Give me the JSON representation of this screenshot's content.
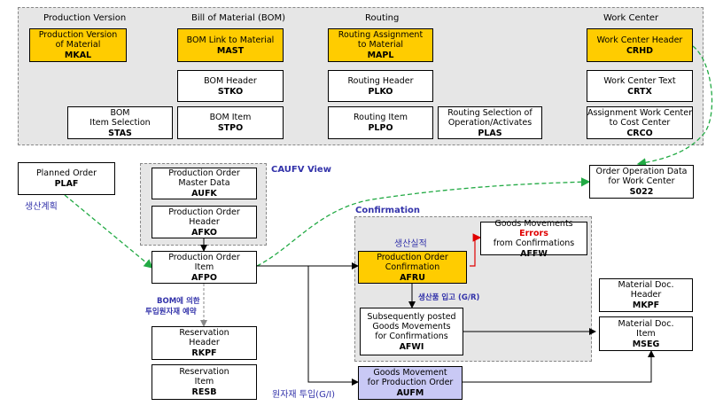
{
  "headers": {
    "production_version": "Production Version",
    "bom": "Bill of Material (BOM)",
    "routing": "Routing",
    "work_center": "Work Center"
  },
  "boxes": {
    "mkal": {
      "lines": [
        "Production Version",
        "of Material"
      ],
      "table": "MKAL"
    },
    "mast": {
      "lines": [
        "BOM Link to Material"
      ],
      "table": "MAST"
    },
    "stko": {
      "lines": [
        "BOM Header"
      ],
      "table": "STKO"
    },
    "stas": {
      "lines": [
        "BOM",
        "Item Selection"
      ],
      "table": "STAS"
    },
    "stpo": {
      "lines": [
        "BOM Item"
      ],
      "table": "STPO"
    },
    "mapl": {
      "lines": [
        "Routing Assignment",
        "to Material"
      ],
      "table": "MAPL"
    },
    "plko": {
      "lines": [
        "Routing Header"
      ],
      "table": "PLKO"
    },
    "plpo": {
      "lines": [
        "Routing Item"
      ],
      "table": "PLPO"
    },
    "plas": {
      "lines": [
        "Routing Selection of",
        "Operation/Activates"
      ],
      "table": "PLAS"
    },
    "crhd": {
      "lines": [
        "Work Center Header"
      ],
      "table": "CRHD"
    },
    "crtx": {
      "lines": [
        "Work Center Text"
      ],
      "table": "CRTX"
    },
    "crco": {
      "lines": [
        "Assignment Work Center",
        "to Cost Center"
      ],
      "table": "CRCO"
    },
    "plaf": {
      "lines": [
        "Planned Order"
      ],
      "table": "PLAF"
    },
    "aufk": {
      "lines": [
        "Production Order",
        "Master Data"
      ],
      "table": "AUFK"
    },
    "afko": {
      "lines": [
        "Production Order",
        "Header"
      ],
      "table": "AFKO"
    },
    "afpo": {
      "lines": [
        "Production Order",
        "Item"
      ],
      "table": "AFPO"
    },
    "s022": {
      "lines": [
        "Order Operation Data",
        "for Work Center"
      ],
      "table": "S022"
    },
    "afru": {
      "lines": [
        "Production Order",
        "Confirmation"
      ],
      "table": "AFRU"
    },
    "afwi": {
      "lines": [
        "Subsequently posted",
        "Goods Movements",
        "for Confirmations"
      ],
      "table": "AFWI"
    },
    "affw": {
      "lines_before": "Goods Movements ",
      "highlight": "Errors",
      "lines": [
        "from Confirmations"
      ],
      "table": "AFFW"
    },
    "mkpf": {
      "lines": [
        "Material Doc.",
        "Header"
      ],
      "table": "MKPF"
    },
    "mseg": {
      "lines": [
        "Material Doc.",
        "Item"
      ],
      "table": "MSEG"
    },
    "rkpf": {
      "lines": [
        "Reservation",
        "Header"
      ],
      "table": "RKPF"
    },
    "resb": {
      "lines": [
        "Reservation",
        "Item"
      ],
      "table": "RESB"
    },
    "aufm": {
      "lines": [
        "Goods Movement",
        "for Production Order"
      ],
      "table": "AUFM"
    }
  },
  "labels": {
    "caufv_view": "CAUFV View",
    "confirmation": "Confirmation",
    "plan_kr": "생산계획",
    "actual_kr": "생산실적",
    "gr_kr": "생산품 입고 (G/R)",
    "bom_res_kr_1": "BOM에 의한",
    "bom_res_kr_2": "투입원자재 예약",
    "gi_kr": "원자재 투입(G/I)"
  },
  "colors": {
    "yellow": "#ffcc00",
    "violet": "#c9c9f5",
    "region_fill": "#e6e6e6",
    "green_dashed": "#22aa44",
    "red_arrow": "#e00000",
    "label_blue": "#3333aa"
  }
}
